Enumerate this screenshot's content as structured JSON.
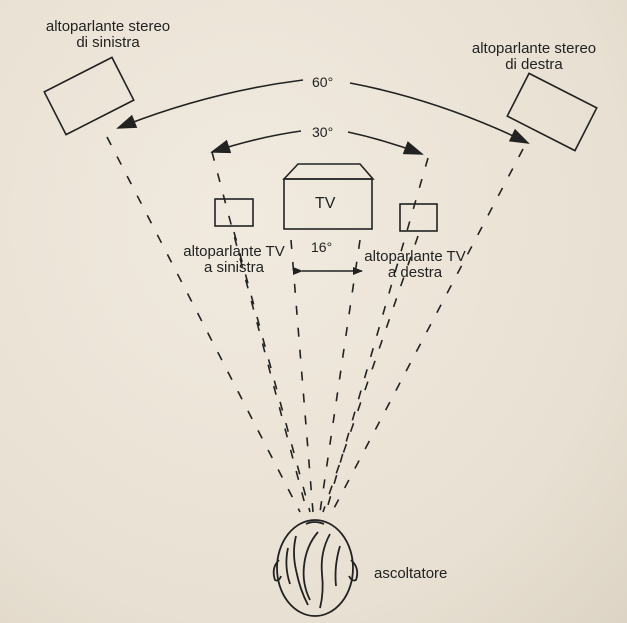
{
  "labels": {
    "left_stereo_l1": "altoparlante stereo",
    "left_stereo_l2": "di sinistra",
    "right_stereo_l1": "altoparlante stereo",
    "right_stereo_l2": "di destra",
    "left_tv_l1": "altoparlante TV",
    "left_tv_l2": "a sinistra",
    "right_tv_l1": "altoparlante TV",
    "right_tv_l2": "a destra",
    "tv": "TV",
    "listener": "ascoltatore"
  },
  "angles": {
    "stereo": "60°",
    "tv_speakers": "30°",
    "tv": "16°"
  },
  "colors": {
    "ink": "#222222",
    "paper": "#ebe3d6"
  }
}
